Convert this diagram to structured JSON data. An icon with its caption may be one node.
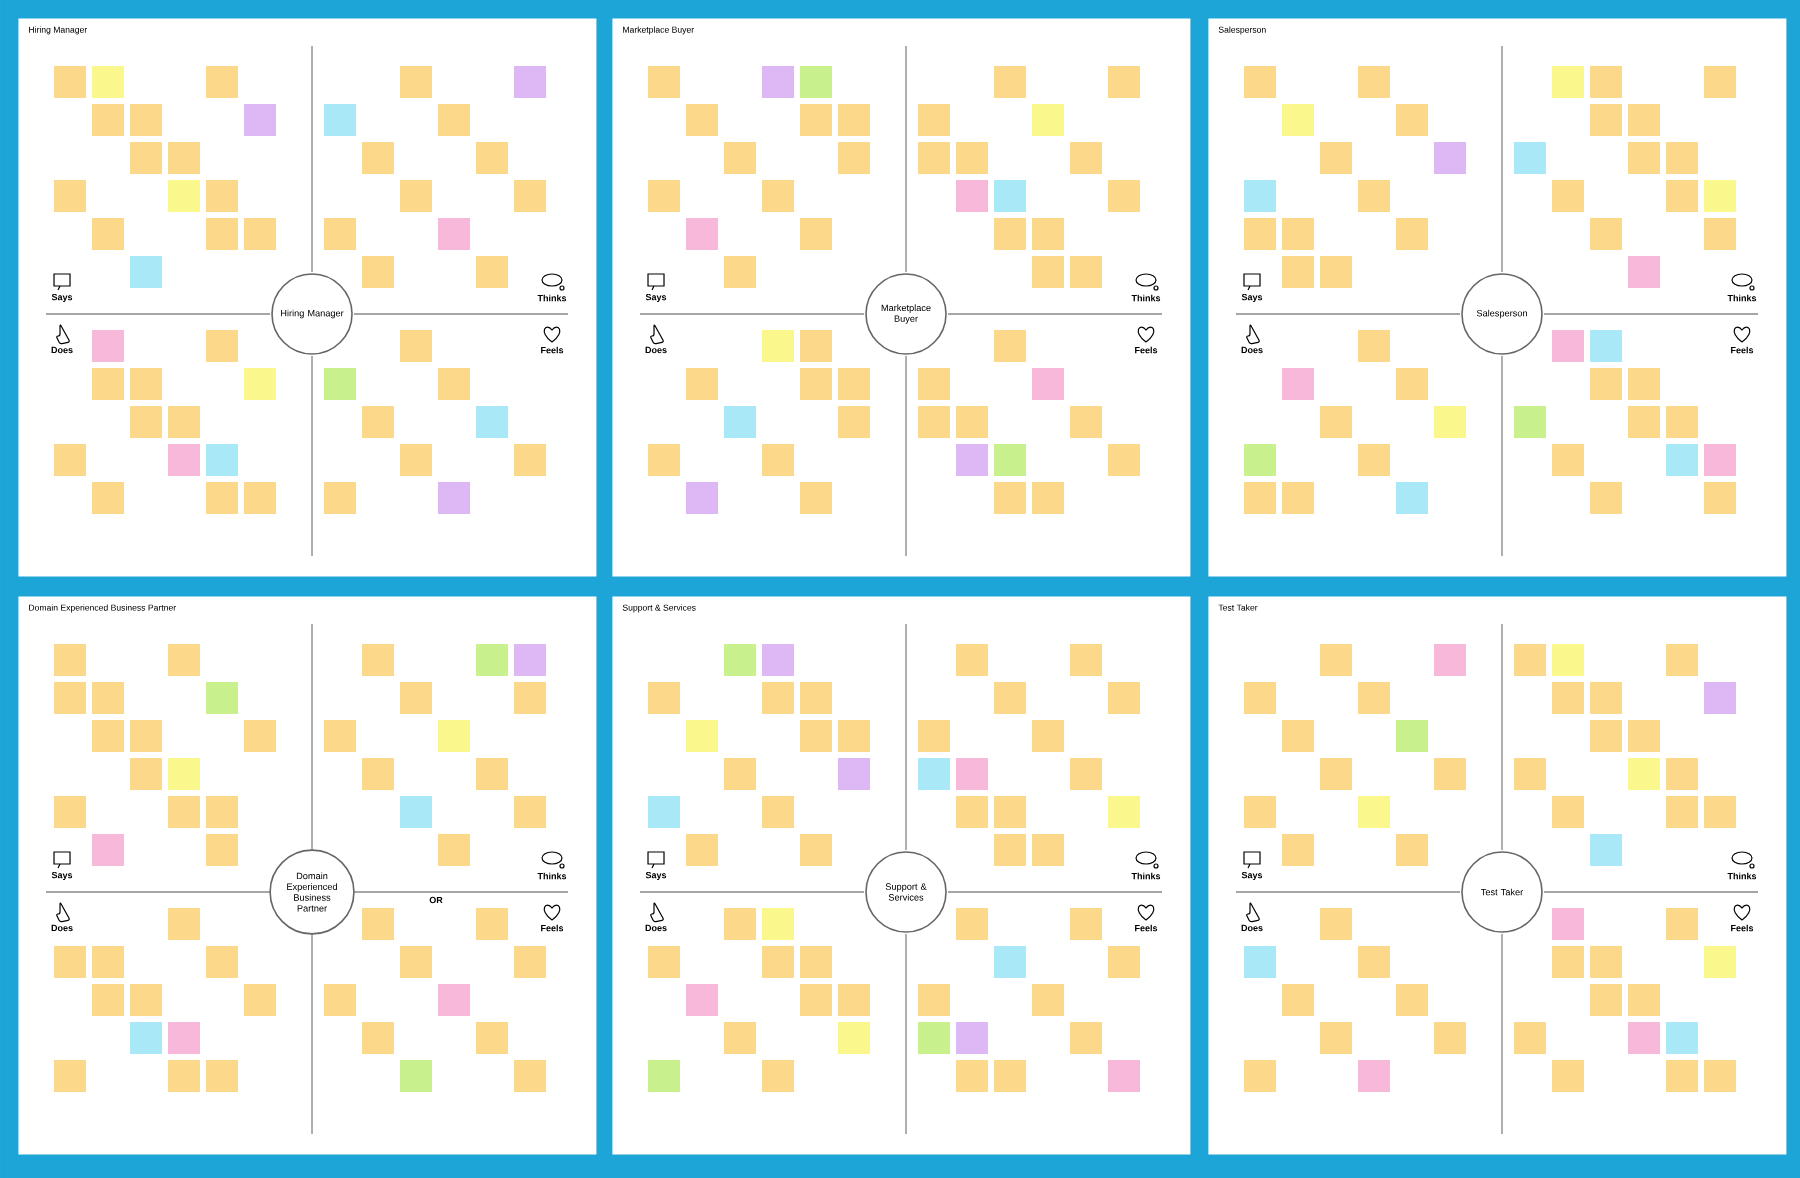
{
  "diagram": {
    "nodes": [
      {
        "text": [
          "Hiring Manager"
        ]
      },
      {
        "text": [
          "Hiring Manager"
        ],
        "in": 0
      },
      {
        "text": [
          "Marketplace Buyer"
        ]
      },
      {
        "text": [
          "Marketplace Buyer"
        ],
        "in": 2
      },
      {
        "text": [
          "Salesperson"
        ]
      },
      {
        "text": [
          "Salesperson"
        ],
        "in": 4
      },
      {
        "text": [
          "Domain Experienced Business Partner"
        ]
      },
      {
        "text": [
          "Domain Experienced Business Partner"
        ],
        "in": 6
      },
      {
        "text": [
          "Support & Services"
        ]
      },
      {
        "text": [
          "Support & Services"
        ],
        "in": 8
      },
      {
        "text": [
          "Test Taker"
        ]
      },
      {
        "text": [
          "Test Taker"
        ],
        "in": 10
      }
    ],
    "edges": [],
    "labels": [
      "Says",
      "Thinks",
      "Does",
      "Feels",
      "Says",
      "Thinks",
      "Does",
      "Feels",
      "Says",
      "Thinks",
      "Does",
      "Feels",
      "Says",
      "Thinks",
      "Does",
      "Feels",
      "OR",
      "Says",
      "Thinks",
      "Does",
      "Feels",
      "Says",
      "Thinks",
      "Does",
      "Feels"
    ]
  }
}
